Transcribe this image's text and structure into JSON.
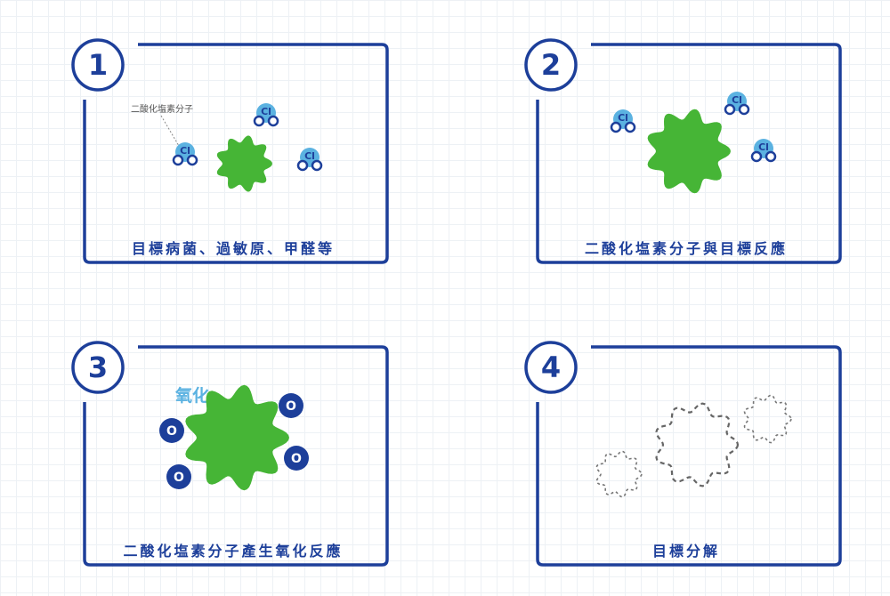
{
  "steps": [
    {
      "number": "1",
      "caption": "目標病菌、過敏原、甲醛等",
      "molecule_label": "二酸化塩素分子"
    },
    {
      "number": "2",
      "caption": "二酸化塩素分子與目標反應"
    },
    {
      "number": "3",
      "caption": "二酸化塩素分子產生氧化反應",
      "oxidation_label": "氧化"
    },
    {
      "number": "4",
      "caption": "目標分解"
    }
  ],
  "molecule": {
    "center_label": "Cl",
    "side_label": "o",
    "oxygen_label": "O"
  },
  "colors": {
    "frame": "#1d3f9a",
    "target_green": "#46b536",
    "molecule_blue": "#5bb2e1",
    "oxygen_navy": "#1d3f9a",
    "oxidation_text": "#5bb2e1",
    "dashed_outline": "#777777"
  }
}
